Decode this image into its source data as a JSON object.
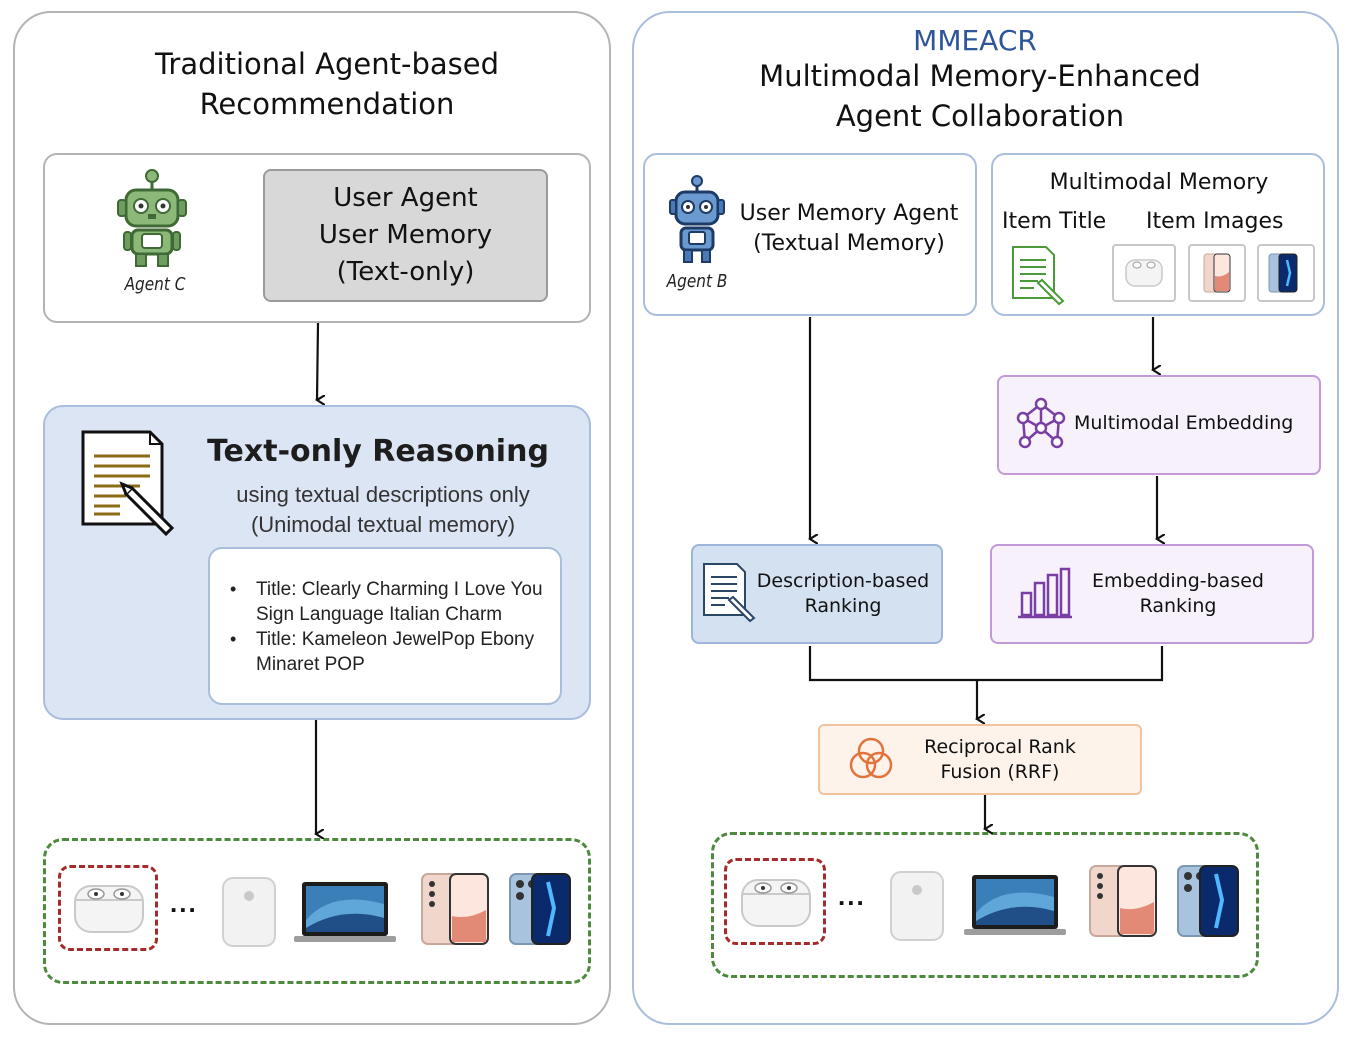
{
  "left": {
    "title_line1": "Traditional Agent-based",
    "title_line2": "Recommendation",
    "agent_label": "Agent C",
    "user_agent_line1": "User Agent",
    "user_agent_line2": "User Memory",
    "user_agent_line3": "(Text-only)",
    "reasoning_title": "Text-only Reasoning",
    "reasoning_sub1": "using textual descriptions only",
    "reasoning_sub2": "(Unimodal textual memory)",
    "titles": [
      "Title: Clearly Charming I Love You Sign Language Italian Charm",
      "Title: Kameleon JewelPop Ebony Minaret POP"
    ],
    "ellipsis": "..."
  },
  "right": {
    "acronym": "MMEACR",
    "title_line1": "Multimodal Memory-Enhanced",
    "title_line2": "Agent Collaboration",
    "agent_label": "Agent B",
    "user_memory_line1": "User Memory Agent",
    "user_memory_line2": "(Textual Memory)",
    "mm_title": "Multimodal Memory",
    "item_title": "Item Title",
    "item_images": "Item Images",
    "embedding": "Multimodal Embedding",
    "desc_rank_line1": "Description-based",
    "desc_rank_line2": "Ranking",
    "emb_rank_line1": "Embedding-based",
    "emb_rank_line2": "Ranking",
    "rrf_line1": "Reciprocal Rank",
    "rrf_line2": "Fusion (RRF)",
    "ellipsis": "..."
  },
  "colors": {
    "accent_blue": "#2e5597",
    "reasoning_bg": "#dbe5f3",
    "embedding_border": "#c29ad9",
    "rrf_border": "#f1c49e",
    "result_border": "#4e8a3e",
    "highlight_border": "#a52a2a"
  }
}
